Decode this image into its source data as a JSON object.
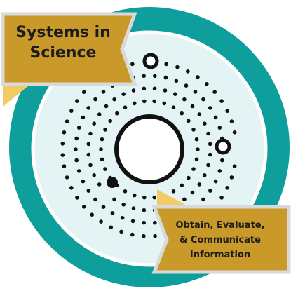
{
  "badge": {
    "title_lines": [
      "Systems in",
      "Science"
    ],
    "subtitle_lines": [
      "Obtain, Evaluate,",
      "& Communicate",
      "Information"
    ]
  },
  "colors": {
    "ring": "#0e9e9c",
    "inner_fill": "#e4f4f5",
    "banner_fill": "#c9992a",
    "banner_border": "#d9d9d9",
    "banner_fold": "#f2cb64",
    "ink": "#111111"
  },
  "icons": {
    "center": "atom-orbit-icon"
  }
}
